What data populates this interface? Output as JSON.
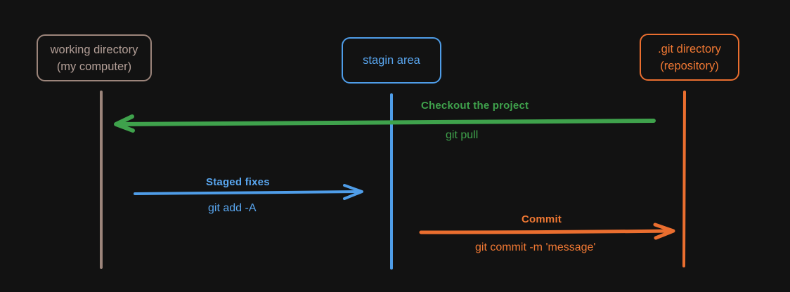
{
  "nodes": {
    "working_directory": {
      "line1": "working directory",
      "line2": "(my computer)"
    },
    "staging_area": {
      "line1": "stagin area"
    },
    "git_directory": {
      "line1": ".git directory",
      "line2": "(repository)"
    }
  },
  "edges": {
    "checkout": {
      "title": "Checkout the project",
      "command": "git pull",
      "from": "git_directory",
      "to": "working_directory"
    },
    "staged": {
      "title": "Staged fixes",
      "command": "git add -A",
      "from": "working_directory",
      "to": "staging_area"
    },
    "commit": {
      "title": "Commit",
      "command": "git commit -m 'message'",
      "from": "staging_area",
      "to": "git_directory"
    }
  },
  "colors": {
    "background": "#121212",
    "working": "#9c857b",
    "staging": "#4f9de8",
    "git": "#ea6e2f",
    "checkout": "#3fa24c"
  }
}
